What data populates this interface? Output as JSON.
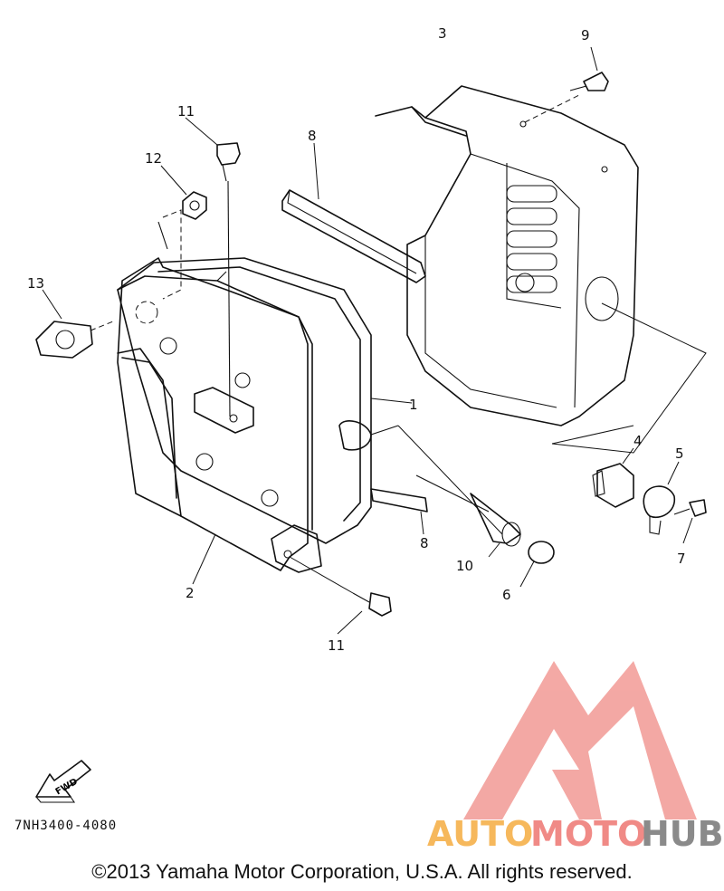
{
  "callouts": {
    "c1": "1",
    "c2": "2",
    "c3": "3",
    "c4": "4",
    "c5": "5",
    "c6": "6",
    "c7": "7",
    "c8a": "8",
    "c8b": "8",
    "c9": "9",
    "c10": "10",
    "c11a": "11",
    "c11b": "11",
    "c12": "12",
    "c13": "13"
  },
  "fwd_label": "FWD",
  "drawing_code": "7NH3400-4080",
  "watermark": {
    "part1": "AUTO",
    "part2": "MOTO",
    "part3": "HUB"
  },
  "copyright": "©2013 Yamaha Motor Corporation, U.S.A. All rights reserved.",
  "colors": {
    "ink": "#111111",
    "logo_red": "#f08a86",
    "logo_orange": "#f6b85c",
    "logo_gray": "#8a8a8a"
  }
}
